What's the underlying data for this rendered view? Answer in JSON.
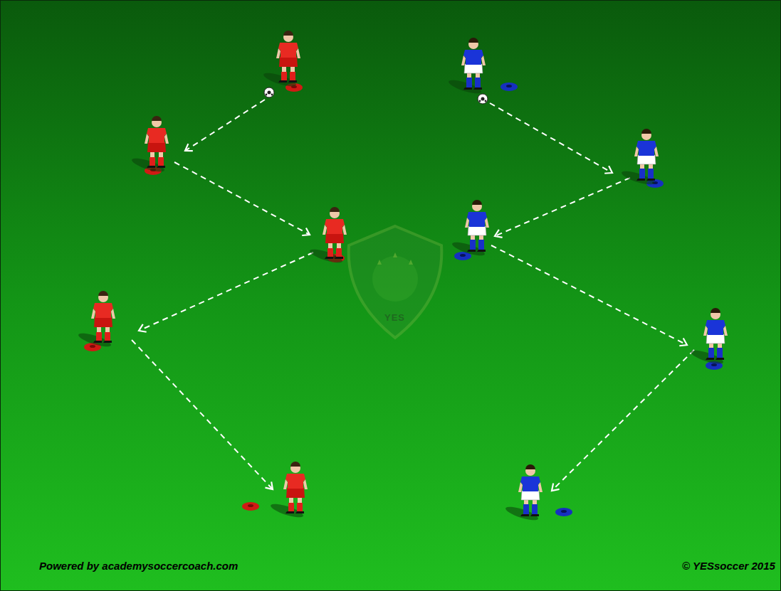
{
  "diagram": {
    "labels": [
      "YES",
      "Powered by academysoccercoach.com",
      "© YESsoccer 2015"
    ]
  }
}
